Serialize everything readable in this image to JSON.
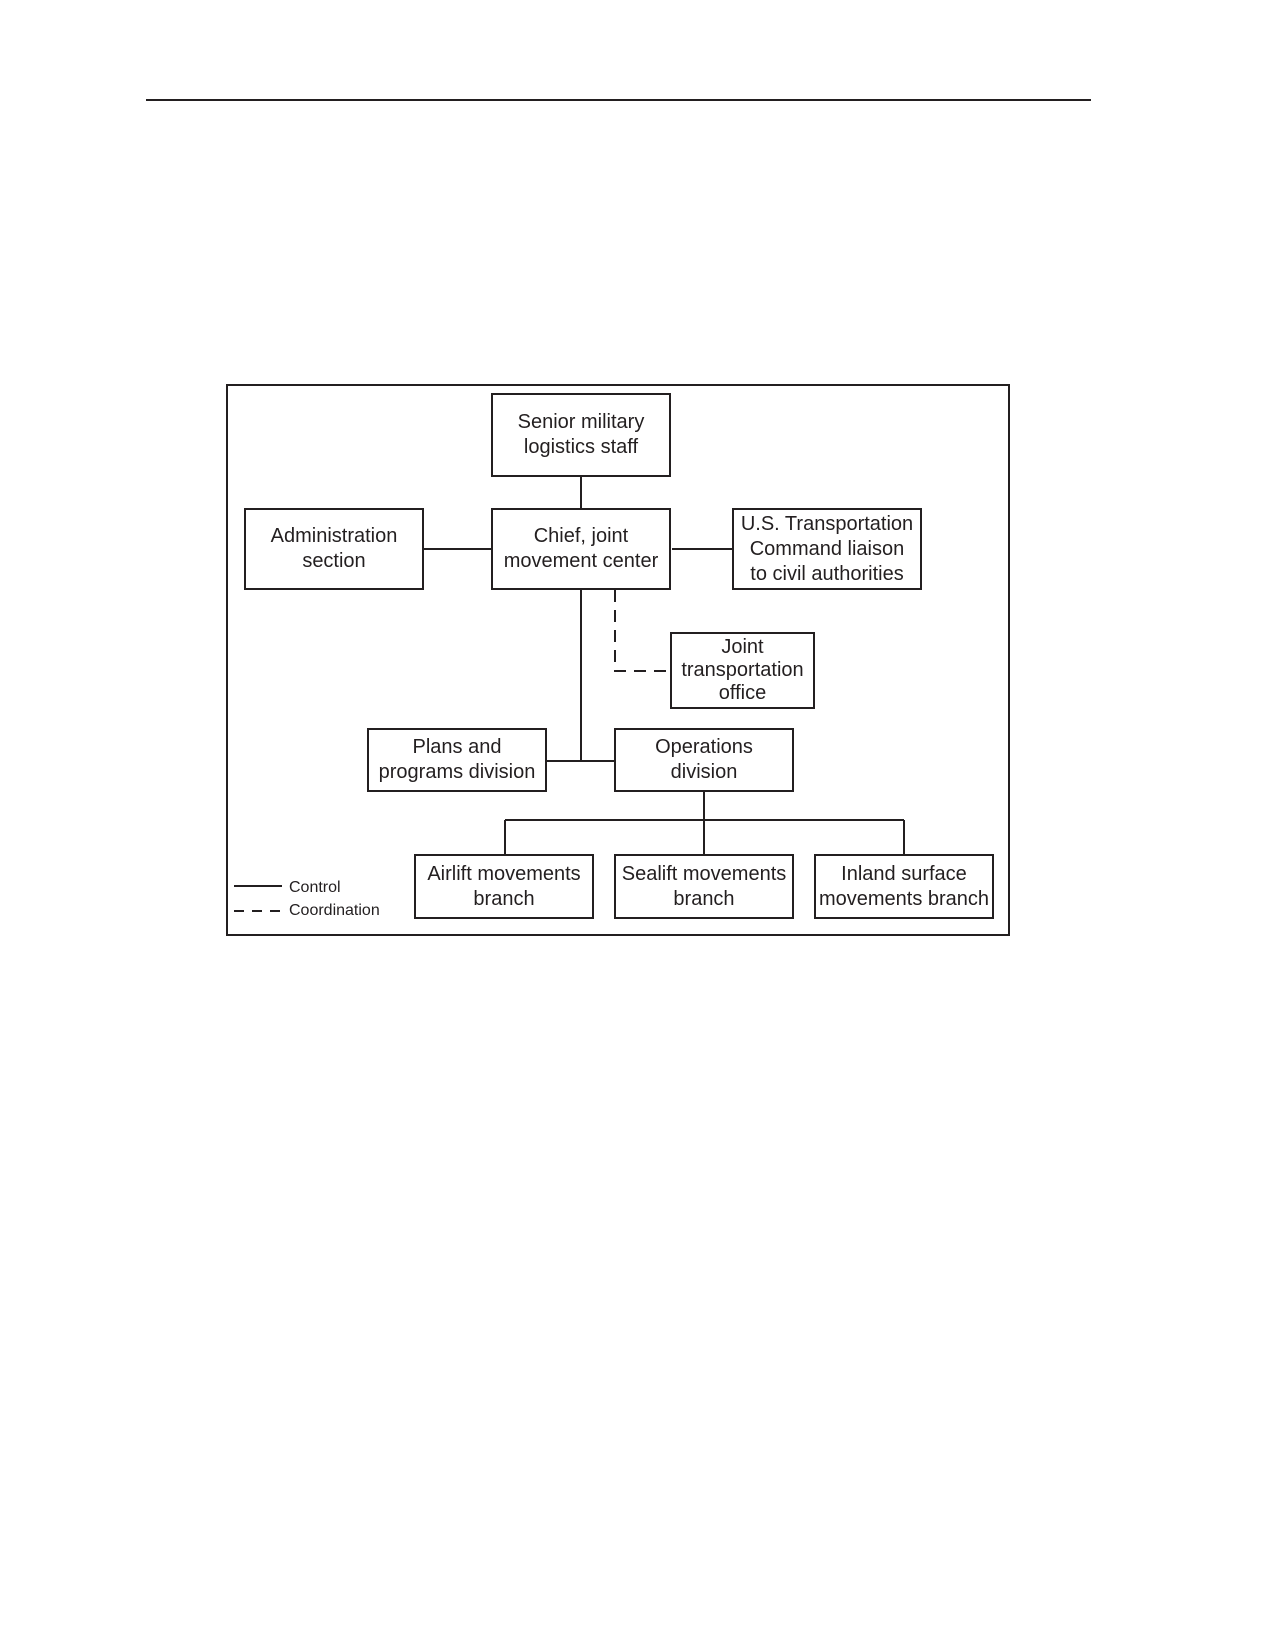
{
  "diagram": {
    "nodes": {
      "senior": "Senior military\nlogistics staff",
      "chief": "Chief, joint\nmovement center",
      "admin": "Administration\nsection",
      "ustc": "U.S. Transportation\nCommand liaison\nto civil authorities",
      "jto": "Joint\ntransportation\noffice",
      "plans": "Plans and\nprograms division",
      "ops": "Operations\ndivision",
      "airlift": "Airlift movements\nbranch",
      "sealift": "Sealift movements\nbranch",
      "inland": "Inland surface\nmovements branch"
    },
    "edges": [
      {
        "from": "senior",
        "to": "chief",
        "style": "solid"
      },
      {
        "from": "admin",
        "to": "chief",
        "style": "solid"
      },
      {
        "from": "chief",
        "to": "ustc",
        "style": "solid"
      },
      {
        "from": "chief",
        "to": "plans",
        "style": "solid"
      },
      {
        "from": "chief",
        "to": "ops",
        "style": "solid"
      },
      {
        "from": "chief",
        "to": "jto",
        "style": "dashed"
      },
      {
        "from": "ops",
        "to": "airlift",
        "style": "solid"
      },
      {
        "from": "ops",
        "to": "sealift",
        "style": "solid"
      },
      {
        "from": "ops",
        "to": "inland",
        "style": "solid"
      }
    ],
    "legend": {
      "control": "Control",
      "coordination": "Coordination"
    },
    "line_color": "#231f20"
  }
}
